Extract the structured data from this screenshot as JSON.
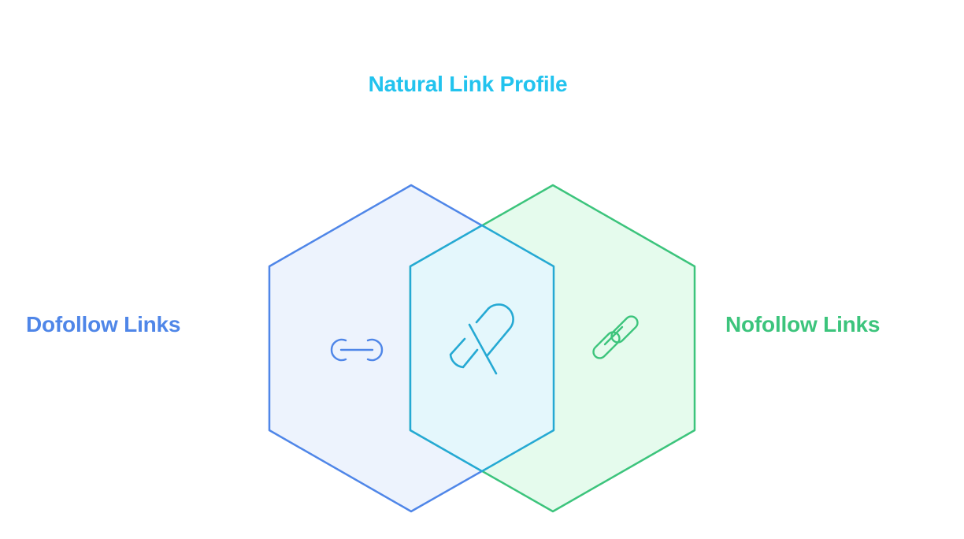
{
  "diagram": {
    "title": "Natural Link Profile",
    "left_label": "Dofollow Links",
    "right_label": "Nofollow Links"
  },
  "colors": {
    "title": "#22c3ee",
    "left": "#4f86e8",
    "left_fill": "#eaf1fd",
    "right": "#3cc47c",
    "right_fill": "#e1faea",
    "overlap": "#25a9d3",
    "overlap_fill": "#e4f7fc"
  },
  "icons": {
    "left": "link-icon",
    "center": "broken-link-icon",
    "right": "chain-link-icon"
  }
}
